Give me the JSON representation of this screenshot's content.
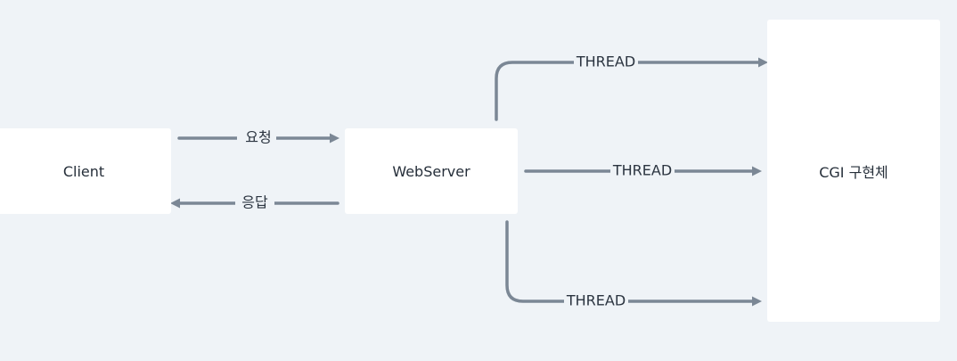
{
  "nodes": {
    "client": "Client",
    "webserver": "WebServer",
    "cgi": "CGI 구현체"
  },
  "edges": {
    "request": "요청",
    "response": "응답",
    "thread_top": "THREAD",
    "thread_middle": "THREAD",
    "thread_bottom": "THREAD"
  },
  "colors": {
    "background": "#eff3f7",
    "node_fill": "#ffffff",
    "edge_stroke": "#7b8795",
    "text": "#262f3a"
  }
}
